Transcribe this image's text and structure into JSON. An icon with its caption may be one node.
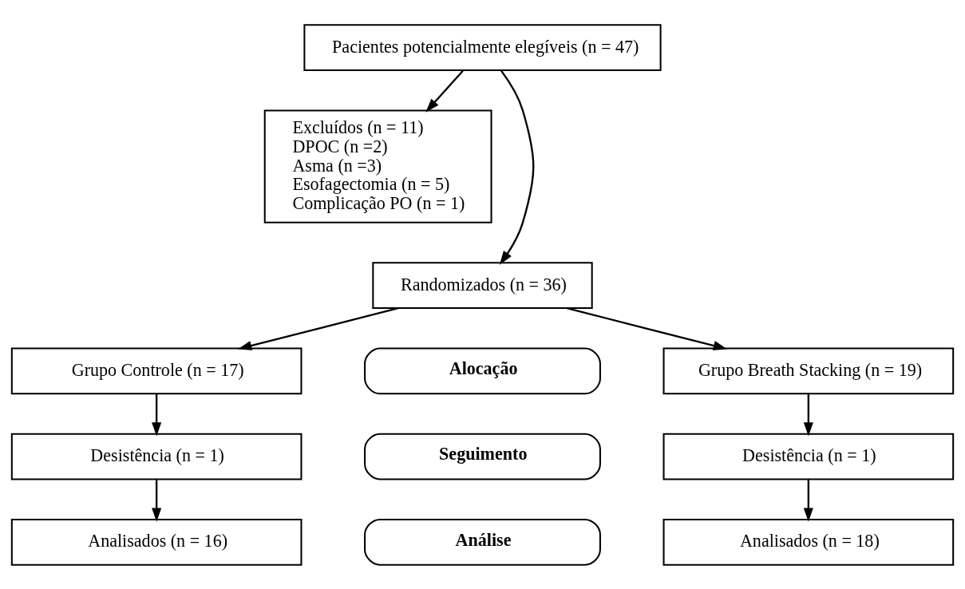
{
  "diagram": {
    "nodes": [
      {
        "text": [
          "Pacientes potencialmente elegíveis (n = 47)"
        ]
      },
      {
        "text": [
          "Excluídos (n = 11)",
          "DPOC (n =2)",
          "Asma (n =3)",
          "Esofagectomia (n = 5)",
          "Complicação PO (n = 1)"
        ]
      },
      {
        "text": [
          "Randomizados (n = 36)"
        ]
      },
      {
        "text": [
          "Grupo Controle (n = 17)"
        ]
      },
      {
        "text": [
          "Alocação"
        ]
      },
      {
        "text": [
          "Grupo Breath Stacking (n = 19)"
        ]
      },
      {
        "text": [
          "Desistência (n = 1)"
        ]
      },
      {
        "text": [
          "Seguimento"
        ]
      },
      {
        "text": [
          "Desistência (n = 1)"
        ]
      },
      {
        "text": [
          "Analisados (n = 16)"
        ]
      },
      {
        "text": [
          "Análise"
        ]
      },
      {
        "text": [
          "Analisados (n = 18)"
        ]
      }
    ],
    "edges": [
      {
        "from": 0,
        "to": 2,
        "arrow": "to"
      },
      {
        "from": 0,
        "to": 1,
        "arrow": "to"
      },
      {
        "from": 2,
        "to": 3,
        "arrow": "to"
      },
      {
        "from": 2,
        "to": 5,
        "arrow": "to"
      },
      {
        "from": 3,
        "to": 6,
        "arrow": "to"
      },
      {
        "from": 6,
        "to": 9,
        "arrow": "to"
      },
      {
        "from": 5,
        "to": 8,
        "arrow": "to"
      },
      {
        "from": 8,
        "to": 11,
        "arrow": "to"
      }
    ]
  }
}
